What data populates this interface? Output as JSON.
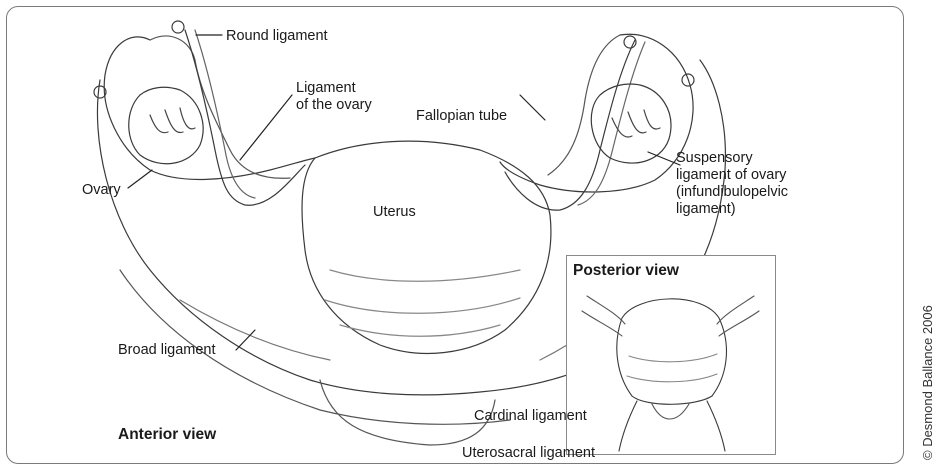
{
  "labels": {
    "round_ligament": "Round ligament",
    "ligament_of_ovary": "Ligament\nof the ovary",
    "fallopian_tube": "Fallopian tube",
    "suspensory": "Suspensory\nligament of ovary\n(infundibulopelvic\nligament)",
    "ovary": "Ovary",
    "uterus": "Uterus",
    "broad_ligament": "Broad ligament",
    "anterior_view": "Anterior view",
    "posterior_view": "Posterior view",
    "cardinal_ligament": "Cardinal ligament",
    "uterosacral_ligament": "Uterosacral ligament"
  },
  "copyright": "© Desmond Ballance 2006"
}
